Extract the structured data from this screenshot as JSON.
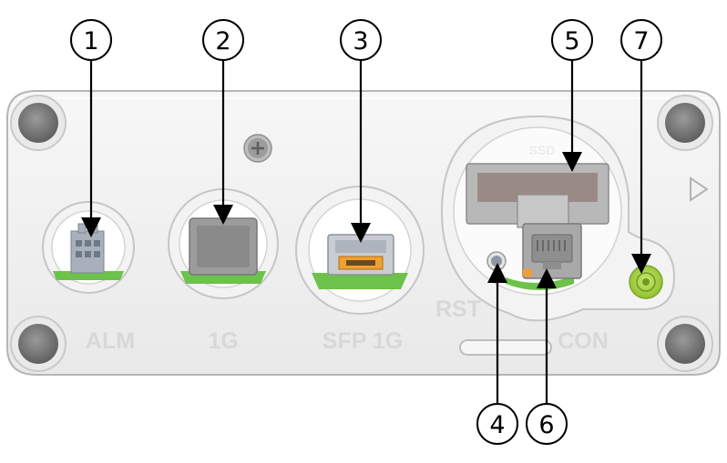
{
  "panel": {
    "labels": {
      "alm": "ALM",
      "one_g": "1G",
      "sfp": "SFP 1G",
      "rst": "RST",
      "con": "CON",
      "ssd": "SSD"
    }
  },
  "callouts": [
    {
      "id": "c1",
      "number": "1"
    },
    {
      "id": "c2",
      "number": "2"
    },
    {
      "id": "c3",
      "number": "3"
    },
    {
      "id": "c4",
      "number": "4"
    },
    {
      "id": "c5",
      "number": "5"
    },
    {
      "id": "c6",
      "number": "6"
    },
    {
      "id": "c7",
      "number": "7"
    }
  ],
  "colors": {
    "chassis": "#f1f1f1",
    "chassis_edge": "#b8b8b8",
    "screw": "#7c7c7c",
    "pcb": "#6cc24a",
    "led": "#9ccc3c",
    "ssd_slot": "#9a8a86",
    "connector_orange": "#f0a030"
  }
}
